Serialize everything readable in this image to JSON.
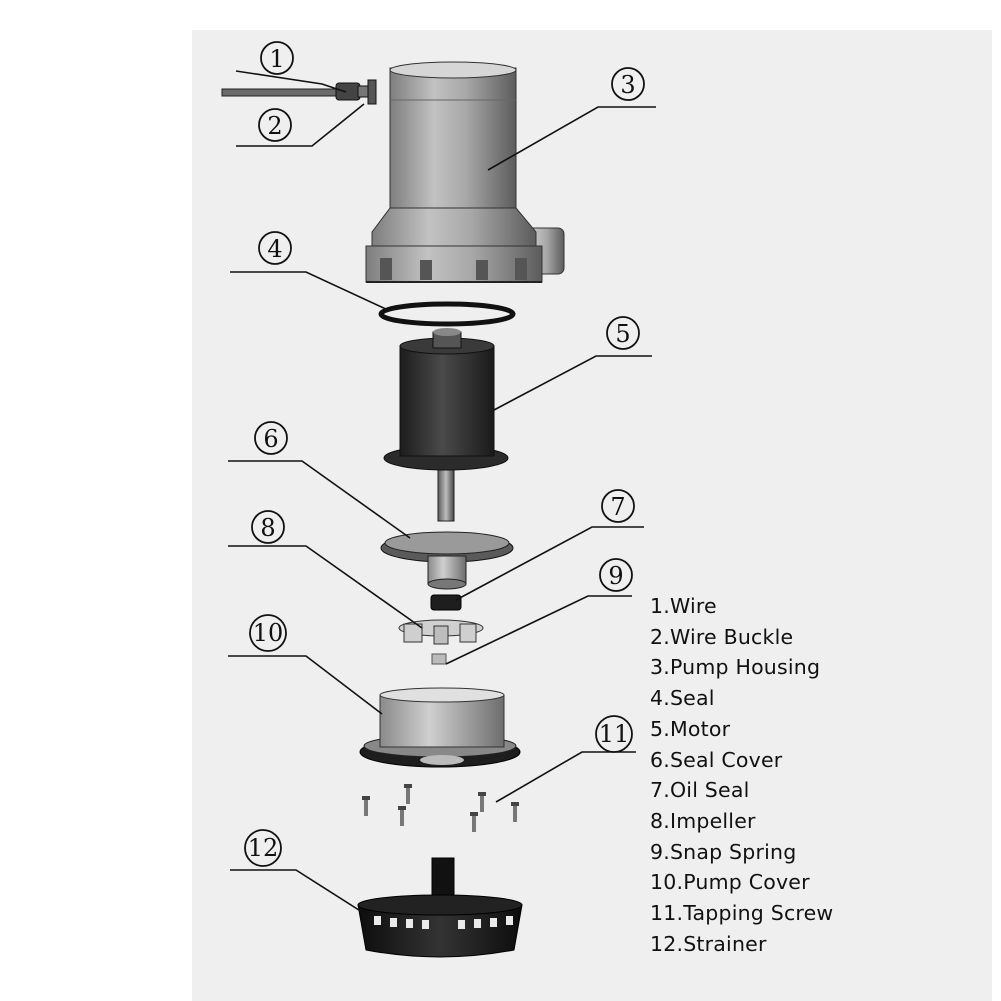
{
  "colors": {
    "paper": "#efefef",
    "ink": "#111111",
    "metal_light": "#c9c9c9",
    "metal_dark": "#2c2c2c"
  },
  "callouts": [
    "1",
    "2",
    "3",
    "4",
    "5",
    "6",
    "7",
    "8",
    "9",
    "10",
    "11",
    "12"
  ],
  "legend": [
    "1.Wire",
    "2.Wire Buckle",
    "3.Pump Housing",
    "4.Seal",
    "5.Motor",
    "6.Seal Cover",
    "7.Oil Seal",
    "8.Impeller",
    "9.Snap Spring",
    "10.Pump Cover",
    "11.Tapping Screw",
    "12.Strainer"
  ],
  "parts": [
    {
      "number": "1",
      "name": "wire"
    },
    {
      "number": "2",
      "name": "wire-buckle"
    },
    {
      "number": "3",
      "name": "pump-housing"
    },
    {
      "number": "4",
      "name": "seal"
    },
    {
      "number": "5",
      "name": "motor"
    },
    {
      "number": "6",
      "name": "seal-cover"
    },
    {
      "number": "7",
      "name": "oil-seal"
    },
    {
      "number": "8",
      "name": "impeller"
    },
    {
      "number": "9",
      "name": "snap-spring"
    },
    {
      "number": "10",
      "name": "pump-cover"
    },
    {
      "number": "11",
      "name": "tapping-screw"
    },
    {
      "number": "12",
      "name": "strainer"
    }
  ]
}
